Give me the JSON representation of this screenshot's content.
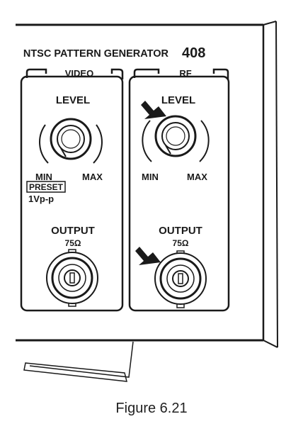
{
  "device": {
    "title": "NTSC PATTERN GENERATOR",
    "model": "408"
  },
  "video_panel": {
    "header": "VIDEO",
    "level_label": "LEVEL",
    "min_label": "MIN",
    "max_label": "MAX",
    "preset_label": "PRESET",
    "preset_value": "1Vp-p",
    "output_label": "OUTPUT",
    "impedance": "75Ω"
  },
  "rf_panel": {
    "header": "RF",
    "level_label": "LEVEL",
    "min_label": "MIN",
    "max_label": "MAX",
    "output_label": "OUTPUT",
    "impedance": "75Ω"
  },
  "figure": {
    "caption": "Figure 6.21"
  },
  "icons": {
    "callout": "arrow-icon",
    "knob": "knob-icon",
    "connector": "bnc-connector-icon"
  }
}
